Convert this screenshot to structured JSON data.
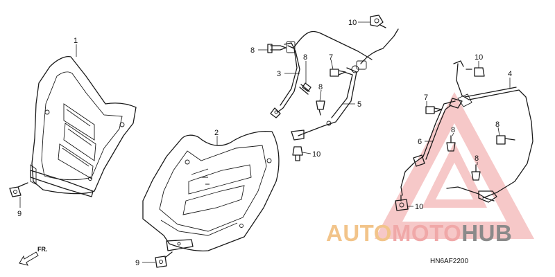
{
  "callouts": {
    "c1": "1",
    "c2": "2",
    "c3": "3",
    "c4": "4",
    "c5": "5",
    "c6": "6",
    "c7a": "7",
    "c7b": "7",
    "c8a": "8",
    "c8b": "8",
    "c8c": "8",
    "c8d": "8",
    "c8e": "8",
    "c9a": "9",
    "c9b": "9",
    "c10a": "10",
    "c10b": "10",
    "c10c": "10",
    "c10d": "10"
  },
  "front_arrow_label": "FR.",
  "diagram_code": "HN6AF2200",
  "watermark": {
    "part1": "AUTO",
    "part2": "MOTO",
    "part3": "HUB",
    "color1": "#f2c48a",
    "color2": "#f0a8a8",
    "color3": "#8a8a8a",
    "triangle_color": "#ef9a9a"
  }
}
